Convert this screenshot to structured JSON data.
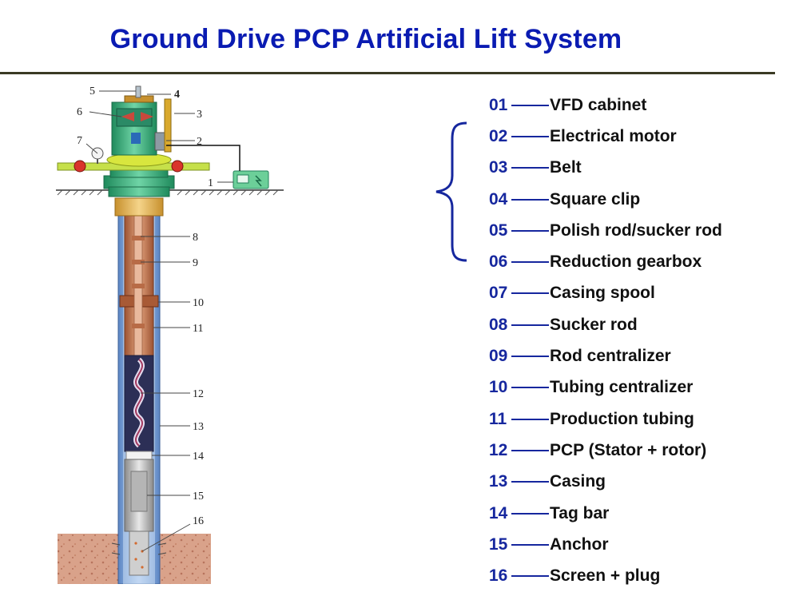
{
  "title": "Ground Drive PCP Artificial Lift System",
  "legend": [
    {
      "num": "01",
      "label": "VFD cabinet"
    },
    {
      "num": "02",
      "label": "Electrical motor"
    },
    {
      "num": "03",
      "label": "Belt"
    },
    {
      "num": "04",
      "label": "Square clip"
    },
    {
      "num": "05",
      "label": "Polish rod/sucker rod"
    },
    {
      "num": "06",
      "label": "Reduction gearbox"
    },
    {
      "num": "07",
      "label": "Casing spool"
    },
    {
      "num": "08",
      "label": "Sucker rod"
    },
    {
      "num": "09",
      "label": "Rod centralizer"
    },
    {
      "num": "10",
      "label": "Tubing centralizer"
    },
    {
      "num": "11",
      "label": "Production tubing"
    },
    {
      "num": "12",
      "label": "PCP (Stator + rotor)"
    },
    {
      "num": "13",
      "label": "Casing"
    },
    {
      "num": "14",
      "label": "Tag bar"
    },
    {
      "num": "15",
      "label": "Anchor"
    },
    {
      "num": "16",
      "label": "Screen + plug"
    }
  ],
  "diagram": {
    "callouts": [
      "1",
      "2",
      "3",
      "4",
      "5",
      "6",
      "7",
      "8",
      "9",
      "10",
      "11",
      "12",
      "13",
      "14",
      "15",
      "16"
    ]
  },
  "colors": {
    "title": "#0a1bb2",
    "legend_number": "#16279e",
    "brace": "#16279e",
    "wellhead_green": "#3fb085",
    "casing_blue": "#8aaedc",
    "tubing_copper": "#c0704a",
    "formation": "#d8a18a"
  }
}
